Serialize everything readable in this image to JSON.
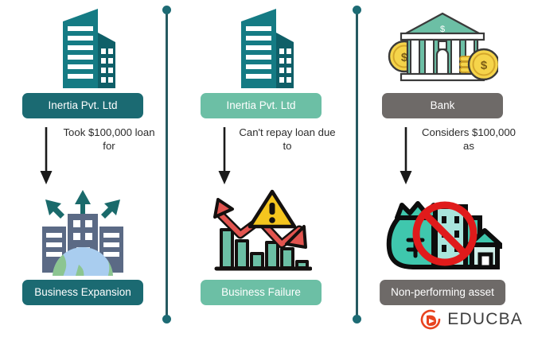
{
  "theme": {
    "background": "#ffffff",
    "divider_color": "#265a61",
    "teal_dark": "#1b6a72",
    "teal_light": "#6cbfa5",
    "gray": "#6e6a68",
    "arrow_color": "#1a1a1a",
    "text_color": "#2b2b2b",
    "educba_orange": "#e8431f"
  },
  "columns": [
    {
      "id": "column-1",
      "top_icon": "office-building-icon",
      "top_label": "Inertia Pvt. Ltd",
      "top_label_color": "#1b6a72",
      "arrow_caption": "Took $100,000 loan for",
      "arrow_caption_lines": [
        "Took",
        "$100,000",
        "loan for"
      ],
      "bottom_icon": "business-expansion-icon",
      "bottom_label": "Business Expansion",
      "bottom_label_color": "#1b6a72"
    },
    {
      "id": "column-2",
      "top_icon": "office-building-icon",
      "top_label": "Inertia Pvt. Ltd",
      "top_label_color": "#6cbfa5",
      "arrow_caption": "Can't repay loan due to",
      "arrow_caption_lines": [
        "Can't repay",
        "loan due to"
      ],
      "bottom_icon": "declining-chart-warning-icon",
      "bottom_label": "Business Failure",
      "bottom_label_color": "#6cbfa5"
    },
    {
      "id": "column-3",
      "top_icon": "bank-with-coins-icon",
      "top_label": "Bank",
      "top_label_color": "#6e6a68",
      "arrow_caption": "Considers $100,000 as",
      "arrow_caption_lines": [
        "Considers",
        "$100,000 as"
      ],
      "bottom_icon": "non-performing-asset-icon",
      "bottom_label": "Non-performing asset",
      "bottom_label_color": "#6e6a68"
    }
  ],
  "branding": {
    "wordmark": "EDUCBA",
    "logo_icon": "educba-swirl-logo-icon"
  }
}
